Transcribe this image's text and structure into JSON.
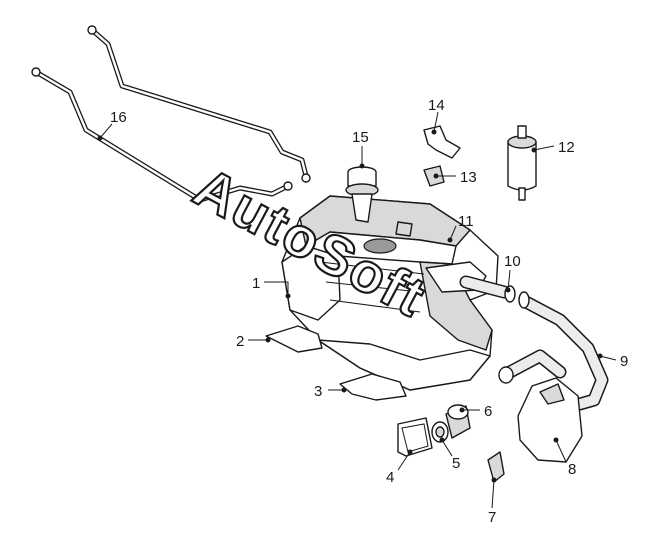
{
  "watermark": {
    "text": "AutoSoft"
  },
  "callouts": [
    {
      "id": "1",
      "label": "1",
      "part": "fuel-tank"
    },
    {
      "id": "2",
      "label": "2",
      "part": "tank-strap-front"
    },
    {
      "id": "3",
      "label": "3",
      "part": "tank-strap-rear"
    },
    {
      "id": "4",
      "label": "4",
      "part": "access-cover"
    },
    {
      "id": "5",
      "label": "5",
      "part": "gasket-ring"
    },
    {
      "id": "6",
      "label": "6",
      "part": "fuel-gauge-sender"
    },
    {
      "id": "7",
      "label": "7",
      "part": "clip"
    },
    {
      "id": "8",
      "label": "8",
      "part": "bracket-cover"
    },
    {
      "id": "9",
      "label": "9",
      "part": "filler-hose"
    },
    {
      "id": "10",
      "label": "10",
      "part": "filler-neck-pipe"
    },
    {
      "id": "11",
      "label": "11",
      "part": "tank-top"
    },
    {
      "id": "12",
      "label": "12",
      "part": "fuel-filter"
    },
    {
      "id": "13",
      "label": "13",
      "part": "clamp"
    },
    {
      "id": "14",
      "label": "14",
      "part": "filter-bracket"
    },
    {
      "id": "15",
      "label": "15",
      "part": "fuel-pump"
    },
    {
      "id": "16",
      "label": "16",
      "part": "fuel-lines"
    }
  ],
  "colors": {
    "line": "#1a1a1a",
    "fill": "#ffffff",
    "shade": "#d9d9d9"
  }
}
